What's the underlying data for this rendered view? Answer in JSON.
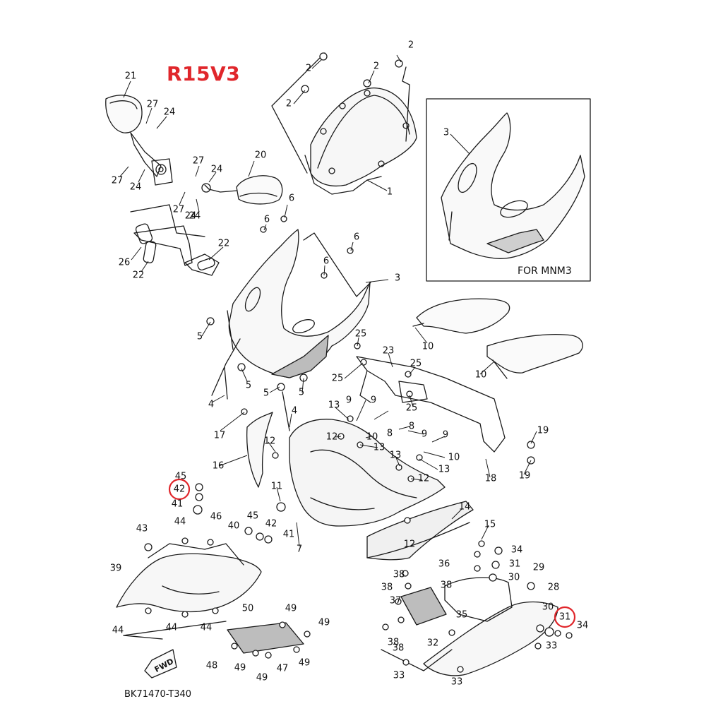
{
  "model": "R15V3",
  "diagram_code": "BK71470-T340",
  "inset_caption": "FOR MNM3",
  "fwd_marker": "FWD",
  "highlight_color": "#e0262b",
  "highlighted_parts": [
    "42",
    "31"
  ],
  "callouts": [
    {
      "n": "21"
    },
    {
      "n": "27"
    },
    {
      "n": "24"
    },
    {
      "n": "27"
    },
    {
      "n": "24"
    },
    {
      "n": "27"
    },
    {
      "n": "24"
    },
    {
      "n": "20"
    },
    {
      "n": "27"
    },
    {
      "n": "24"
    },
    {
      "n": "24"
    },
    {
      "n": "26"
    },
    {
      "n": "22"
    },
    {
      "n": "22"
    },
    {
      "n": "2"
    },
    {
      "n": "2"
    },
    {
      "n": "2"
    },
    {
      "n": "2"
    },
    {
      "n": "1"
    },
    {
      "n": "3"
    },
    {
      "n": "6"
    },
    {
      "n": "6"
    },
    {
      "n": "6"
    },
    {
      "n": "6"
    },
    {
      "n": "3"
    },
    {
      "n": "5"
    },
    {
      "n": "5"
    },
    {
      "n": "5"
    },
    {
      "n": "5"
    },
    {
      "n": "4"
    },
    {
      "n": "10"
    },
    {
      "n": "10"
    },
    {
      "n": "25"
    },
    {
      "n": "23"
    },
    {
      "n": "25"
    },
    {
      "n": "25"
    },
    {
      "n": "25"
    },
    {
      "n": "17"
    },
    {
      "n": "4"
    },
    {
      "n": "13"
    },
    {
      "n": "9"
    },
    {
      "n": "9"
    },
    {
      "n": "8"
    },
    {
      "n": "8"
    },
    {
      "n": "9"
    },
    {
      "n": "10"
    },
    {
      "n": "9"
    },
    {
      "n": "10"
    },
    {
      "n": "12"
    },
    {
      "n": "12"
    },
    {
      "n": "13"
    },
    {
      "n": "13"
    },
    {
      "n": "13"
    },
    {
      "n": "12"
    },
    {
      "n": "12"
    },
    {
      "n": "19"
    },
    {
      "n": "19"
    },
    {
      "n": "18"
    },
    {
      "n": "16"
    },
    {
      "n": "11"
    },
    {
      "n": "7"
    },
    {
      "n": "14"
    },
    {
      "n": "15"
    },
    {
      "n": "45"
    },
    {
      "n": "42"
    },
    {
      "n": "41"
    },
    {
      "n": "43"
    },
    {
      "n": "44"
    },
    {
      "n": "46"
    },
    {
      "n": "40"
    },
    {
      "n": "45"
    },
    {
      "n": "42"
    },
    {
      "n": "41"
    },
    {
      "n": "39"
    },
    {
      "n": "44"
    },
    {
      "n": "44"
    },
    {
      "n": "44"
    },
    {
      "n": "50"
    },
    {
      "n": "49"
    },
    {
      "n": "49"
    },
    {
      "n": "48"
    },
    {
      "n": "49"
    },
    {
      "n": "49"
    },
    {
      "n": "47"
    },
    {
      "n": "49"
    },
    {
      "n": "36"
    },
    {
      "n": "38"
    },
    {
      "n": "38"
    },
    {
      "n": "38"
    },
    {
      "n": "37"
    },
    {
      "n": "35"
    },
    {
      "n": "38"
    },
    {
      "n": "38"
    },
    {
      "n": "32"
    },
    {
      "n": "33"
    },
    {
      "n": "33"
    },
    {
      "n": "34"
    },
    {
      "n": "31"
    },
    {
      "n": "30"
    },
    {
      "n": "29"
    },
    {
      "n": "28"
    },
    {
      "n": "30"
    },
    {
      "n": "31"
    },
    {
      "n": "34"
    },
    {
      "n": "33"
    }
  ]
}
